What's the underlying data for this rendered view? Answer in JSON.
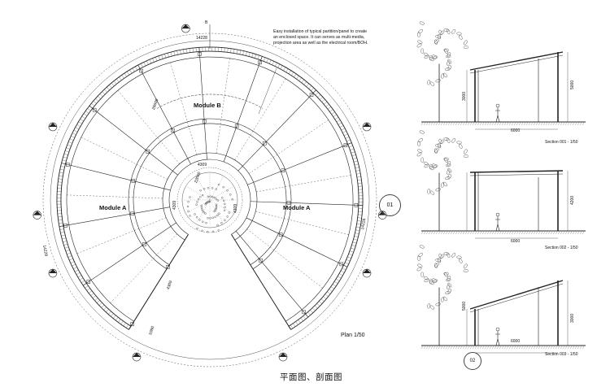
{
  "plan": {
    "dimensions": {
      "top": "14228",
      "module_b_radius": "28600",
      "inner_width": "4309",
      "inner_radius": "22060",
      "left_inner": "4309",
      "right_inner": "4309",
      "leg_length": "4309",
      "leg_end": "1080",
      "left_outer": "14228",
      "right_outer": "14228"
    },
    "north_tag": "B",
    "modules": [
      {
        "label": "Module B"
      },
      {
        "label": "Module A"
      },
      {
        "label": "Module A"
      }
    ],
    "note": "Easy installation of typical partition/panel to create an enclosed space. It can serves as multi-media, projection area as well as the electrical room/BOH.",
    "title": "Plan 1/50",
    "number": "01"
  },
  "sections": [
    {
      "title": "Section 001 - 1/50",
      "dims": {
        "width": "6000",
        "left_h": "3000",
        "right_h": "5000"
      }
    },
    {
      "title": "Section 002 - 1/50",
      "dims": {
        "width": "6000",
        "right_h": "4200"
      }
    },
    {
      "title": "Section 003 - 1/50",
      "dims": {
        "width": "6000",
        "left_h": "5000",
        "right_h": "3000"
      }
    }
  ],
  "sections_number": "02",
  "caption": "平面图、剖面图"
}
